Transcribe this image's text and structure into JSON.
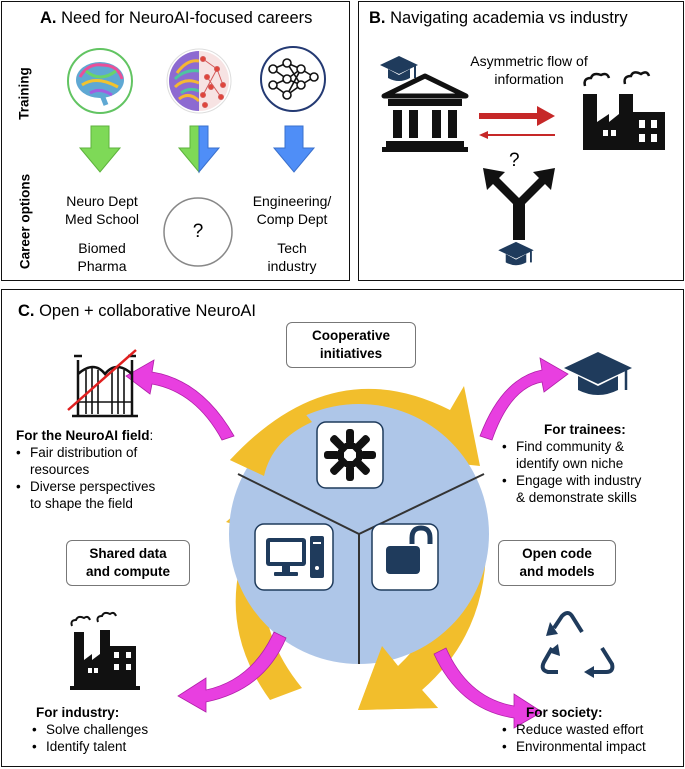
{
  "panel_a": {
    "letter": "A.",
    "title": "Need for NeuroAI-focused careers",
    "row_training": "Training",
    "row_career": "Career options",
    "col1_line1": "Neuro Dept",
    "col1_line2": "Med School",
    "col1_line3": "Biomed",
    "col1_line4": "Pharma",
    "col2_question": "?",
    "col3_line1": "Engineering/",
    "col3_line2": "Comp Dept",
    "col3_line3": "Tech",
    "col3_line4": "industry",
    "colors": {
      "green": "#7ed957",
      "blue": "#4f8ef7"
    }
  },
  "panel_b": {
    "letter": "B.",
    "title": "Navigating academia vs industry",
    "flow_line1": "Asymmetric flow of",
    "flow_line2": "information",
    "question": "?",
    "icons": [
      "graduation-cap-icon",
      "university-building-icon",
      "factory-icon",
      "fork-arrow-icon"
    ],
    "arrow_color": "#c62828"
  },
  "panel_c": {
    "letter": "C.",
    "title": "Open + collaborative NeuroAI",
    "cooperative_line1": "Cooperative",
    "cooperative_line2": "initiatives",
    "shared_line1": "Shared data",
    "shared_line2": "and compute",
    "open_line1": "Open code",
    "open_line2": "and models",
    "field": {
      "head": "For the NeuroAI field",
      "suffix": ":",
      "bullets": [
        [
          "Fair distribution of",
          "resources"
        ],
        [
          "Diverse perspectives",
          "to shape the field"
        ]
      ]
    },
    "trainees": {
      "head": "For trainees:",
      "bullets": [
        [
          "Find community &",
          "identify own niche"
        ],
        [
          "Engage with industry",
          "& demonstrate skills"
        ]
      ]
    },
    "industry": {
      "head": "For industry:",
      "bullets": [
        [
          "Solve challenges"
        ],
        [
          "Identify talent"
        ]
      ]
    },
    "society": {
      "head": "For society:",
      "bullets": [
        [
          "Reduce wasted effort"
        ],
        [
          "Environmental impact"
        ]
      ]
    },
    "colors": {
      "circle": "#aec6e8",
      "cycle": "#f2be2c",
      "magenta": "#e83fe0",
      "icon": "#1f3b5c"
    }
  }
}
